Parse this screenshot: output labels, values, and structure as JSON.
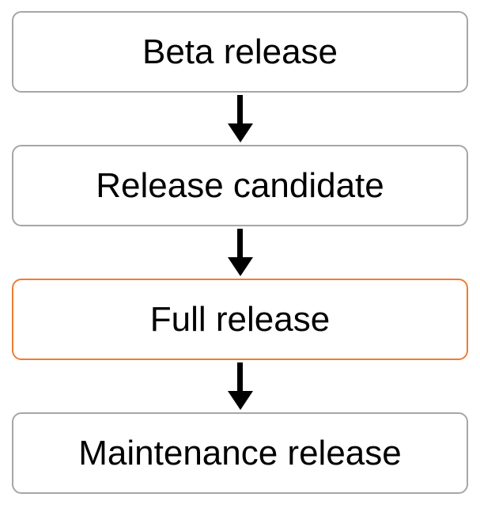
{
  "diagram": {
    "type": "flowchart",
    "direction": "top-down",
    "nodes": [
      {
        "label": "Beta release",
        "highlighted": false
      },
      {
        "label": "Release candidate",
        "highlighted": false
      },
      {
        "label": "Full release",
        "highlighted": true
      },
      {
        "label": "Maintenance release",
        "highlighted": false
      }
    ],
    "edges": [
      {
        "from": "Beta release",
        "to": "Release candidate"
      },
      {
        "from": "Release candidate",
        "to": "Full release"
      },
      {
        "from": "Full release",
        "to": "Maintenance release"
      }
    ],
    "colors": {
      "node_border": "#a6a6a6",
      "highlight_border": "#ed7d31",
      "node_fill": "#ffffff",
      "arrow": "#000000",
      "text": "#000000",
      "background": "#ffffff"
    }
  }
}
